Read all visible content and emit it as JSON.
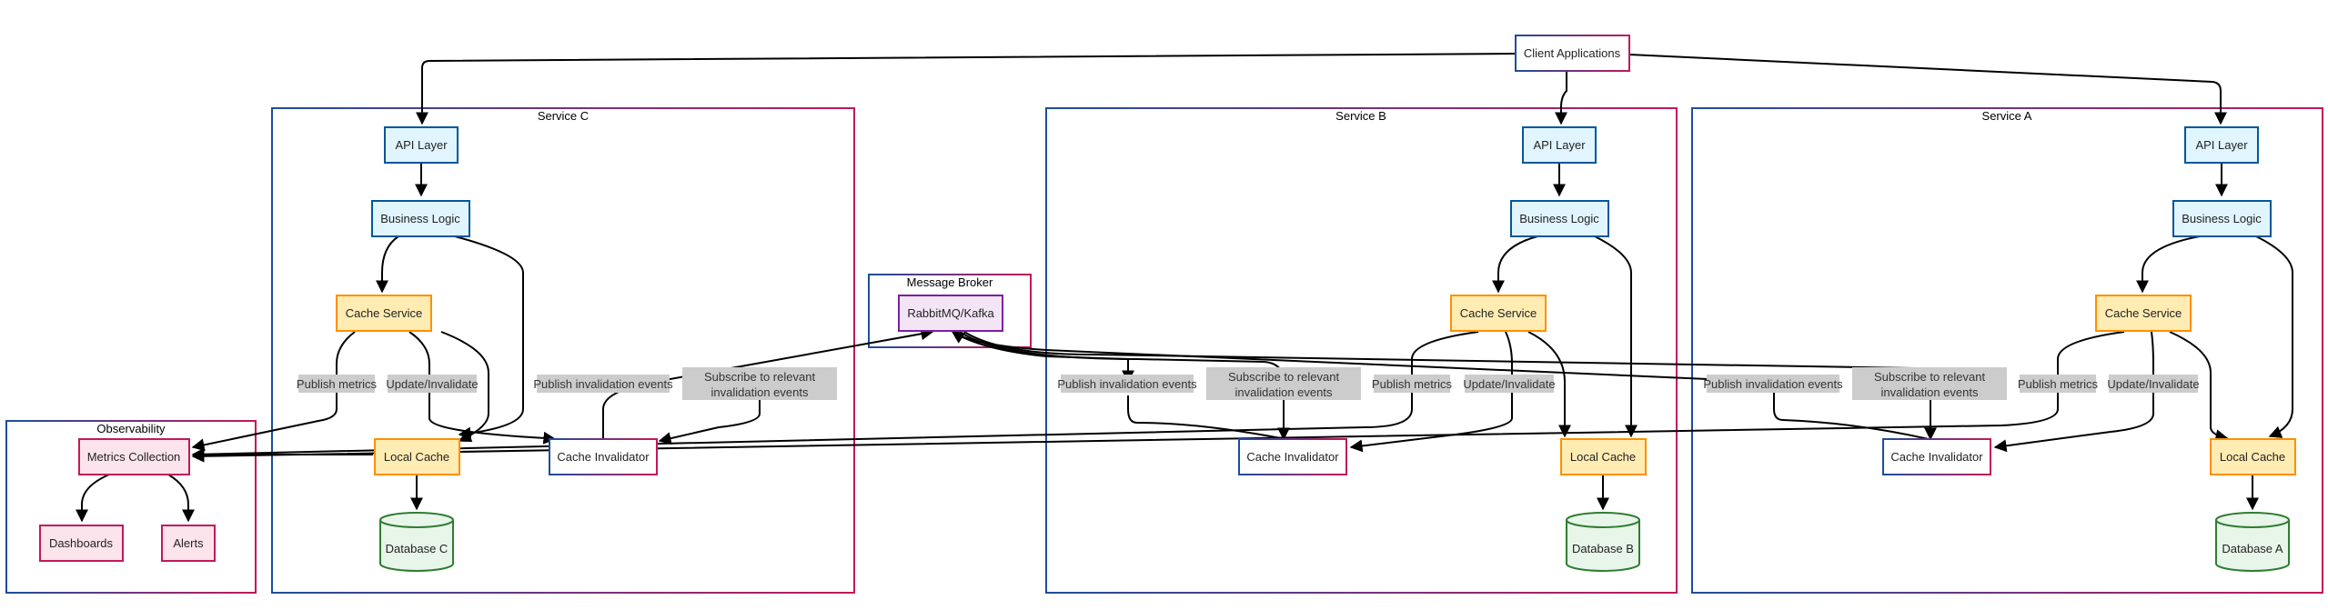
{
  "groups": {
    "service_c": "Service C",
    "service_b": "Service B",
    "service_a": "Service A",
    "message_broker": "Message Broker",
    "observability": "Observability"
  },
  "nodes": {
    "client_apps": "Client Applications",
    "c_api": "API Layer",
    "c_logic": "Business Logic",
    "c_cache_service": "Cache Service",
    "c_local_cache": "Local Cache",
    "c_invalidator": "Cache Invalidator",
    "c_db": "Database C",
    "b_api": "API Layer",
    "b_logic": "Business Logic",
    "b_cache_service": "Cache Service",
    "b_local_cache": "Local Cache",
    "b_invalidator": "Cache Invalidator",
    "b_db": "Database B",
    "a_api": "API Layer",
    "a_logic": "Business Logic",
    "a_cache_service": "Cache Service",
    "a_local_cache": "Local Cache",
    "a_invalidator": "Cache Invalidator",
    "a_db": "Database A",
    "broker": "RabbitMQ/Kafka",
    "metrics": "Metrics Collection",
    "dashboards": "Dashboards",
    "alerts": "Alerts"
  },
  "edge_labels": {
    "c_publish_metrics": "Publish metrics",
    "c_update_invalidate": "Update/Invalidate",
    "c_publish_invalidation": "Publish invalidation events",
    "c_subscribe_1": "Subscribe to relevant",
    "c_subscribe_2": "invalidation events",
    "b_publish_metrics": "Publish metrics",
    "b_update_invalidate": "Update/Invalidate",
    "b_publish_invalidation": "Publish invalidation events",
    "b_subscribe_1": "Subscribe to relevant",
    "b_subscribe_2": "invalidation events",
    "a_publish_metrics": "Publish metrics",
    "a_update_invalidate": "Update/Invalidate",
    "a_publish_invalidation": "Publish invalidation events",
    "a_subscribe_1": "Subscribe to relevant",
    "a_subscribe_2": "invalidation events"
  },
  "colors": {
    "api_fill": "#e1f5fe",
    "api_stroke": "#01579b",
    "cache_fill": "#ffecb3",
    "cache_stroke": "#ff8f00",
    "db_fill": "#e8f5e9",
    "db_stroke": "#2e7d32",
    "obs_fill": "#fce4ec",
    "obs_stroke": "#c2185b",
    "broker_fill": "#f3e5f5",
    "broker_stroke": "#7b1fa2",
    "group_stroke_a": "#1e4d9c",
    "group_stroke_b": "#c2185b",
    "label_bg": "#cccccc"
  }
}
